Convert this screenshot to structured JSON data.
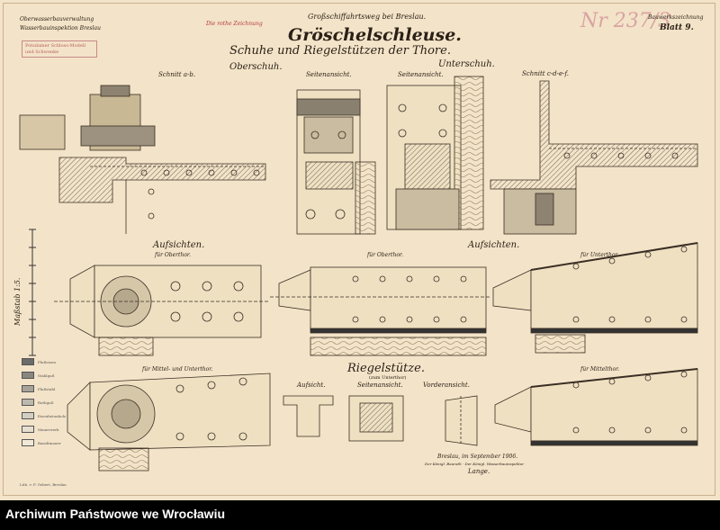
{
  "header": {
    "org_left_1": "Oberwasserbauverwaltung",
    "org_left_2": "Wasserbauinspektion Breslau",
    "red_note": "Die rothe Zeichnung",
    "project": "Großschiffahrtsweg bei Breslau.",
    "title": "Gröschelschleuse.",
    "subtitle": "Schuhe und Riegelstützen der Thore.",
    "sheet_label": "Bauwerkszeichnung",
    "sheet_number": "Blatt 9.",
    "archive_number": "Nr 237/3"
  },
  "stamp": {
    "line1": "Potsdamer Schloss-Modell",
    "line2": "und Schwenke"
  },
  "sections": {
    "oberschuh": "Oberschuh.",
    "unterschuh": "Unterschuh.",
    "schnitt_ab": "Schnitt a-b.",
    "seitenansicht_1": "Seitenansicht.",
    "seitenansicht_2": "Seitenansicht.",
    "schnitt_cdef": "Schnitt c-d-e-f.",
    "aufsichten_1": "Aufsichten.",
    "aufsichten_2": "Aufsichten.",
    "fuer_oberthor_1": "für Oberthor.",
    "fuer_oberthor_2": "für Oberthor.",
    "fuer_unterthor": "für Unterthor.",
    "fuer_mittel_unterthor": "für Mittel- und Unterthor.",
    "fuer_mittelthor": "für Mittelthor.",
    "riegelstuetze": "Riegelstütze.",
    "riegel_sub": "(zum Unterthor)",
    "aufsicht": "Aufsicht.",
    "seitenansicht_3": "Seitenansicht.",
    "vorderansicht": "Vorderansicht.",
    "massstab": "Maßstab 1:5."
  },
  "signature": {
    "place_date": "Breslau, im September 1906.",
    "line2": "Der Königl. Baurath · Der Königl. Wasserbauinspektor",
    "signed": "Lange."
  },
  "legend": [
    {
      "label": "Flußeisen",
      "color": "#6b6b6b"
    },
    {
      "label": "Stahlguß",
      "color": "#8a8680"
    },
    {
      "label": "Flußstahl",
      "color": "#a7a39b"
    },
    {
      "label": "Rothguß",
      "color": "#bdb8ae"
    },
    {
      "label": "Eisenbetonholz",
      "color": "#d3cec3"
    },
    {
      "label": "Mauerwerk",
      "color": "#e6dfd0"
    },
    {
      "label": "Basaltmauer",
      "color": "#f0e8d8"
    }
  ],
  "footnote": "Lith. v. F. Gebert, Breslau",
  "footer": {
    "archive": "Archiwum Państwowe we Wrocławiu"
  }
}
